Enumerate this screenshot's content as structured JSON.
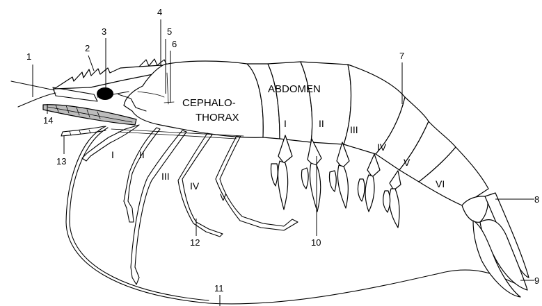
{
  "diagram": {
    "regions": {
      "cephalothorax_line1": "CEPHALO-",
      "cephalothorax_line2": "THORAX",
      "abdomen": "ABDOMEN"
    },
    "callouts": [
      "1",
      "2",
      "3",
      "4",
      "5",
      "6",
      "7",
      "8",
      "9",
      "10",
      "11",
      "12",
      "13",
      "14"
    ],
    "walking_leg_numerals": [
      "I",
      "II",
      "III",
      "IV",
      "V"
    ],
    "abdominal_segment_numerals": [
      "I",
      "II",
      "III",
      "IV",
      "V",
      "VI"
    ]
  }
}
